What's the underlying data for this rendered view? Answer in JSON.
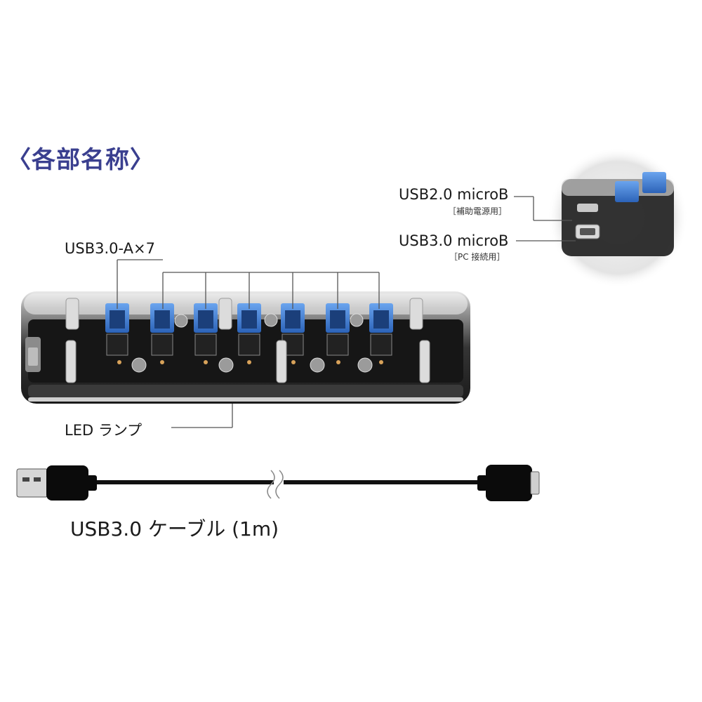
{
  "heading": "〈各部名称〉",
  "labels": {
    "usb3_ports": "USB3.0-A×7",
    "led": "LED ランプ",
    "usb2_micro": "USB2.0 microB",
    "usb2_micro_note": "［補助電源用］",
    "usb3_micro": "USB3.0 microB",
    "usb3_micro_note": "［PC 接続用］",
    "cable": "USB3.0 ケーブル (1m)"
  },
  "product": {
    "port_count": 7,
    "port_color": "#3f7fd6",
    "body_color": "#1c1c1c"
  },
  "colors": {
    "heading": "#3a3f8f",
    "leader_line": "#555555"
  }
}
